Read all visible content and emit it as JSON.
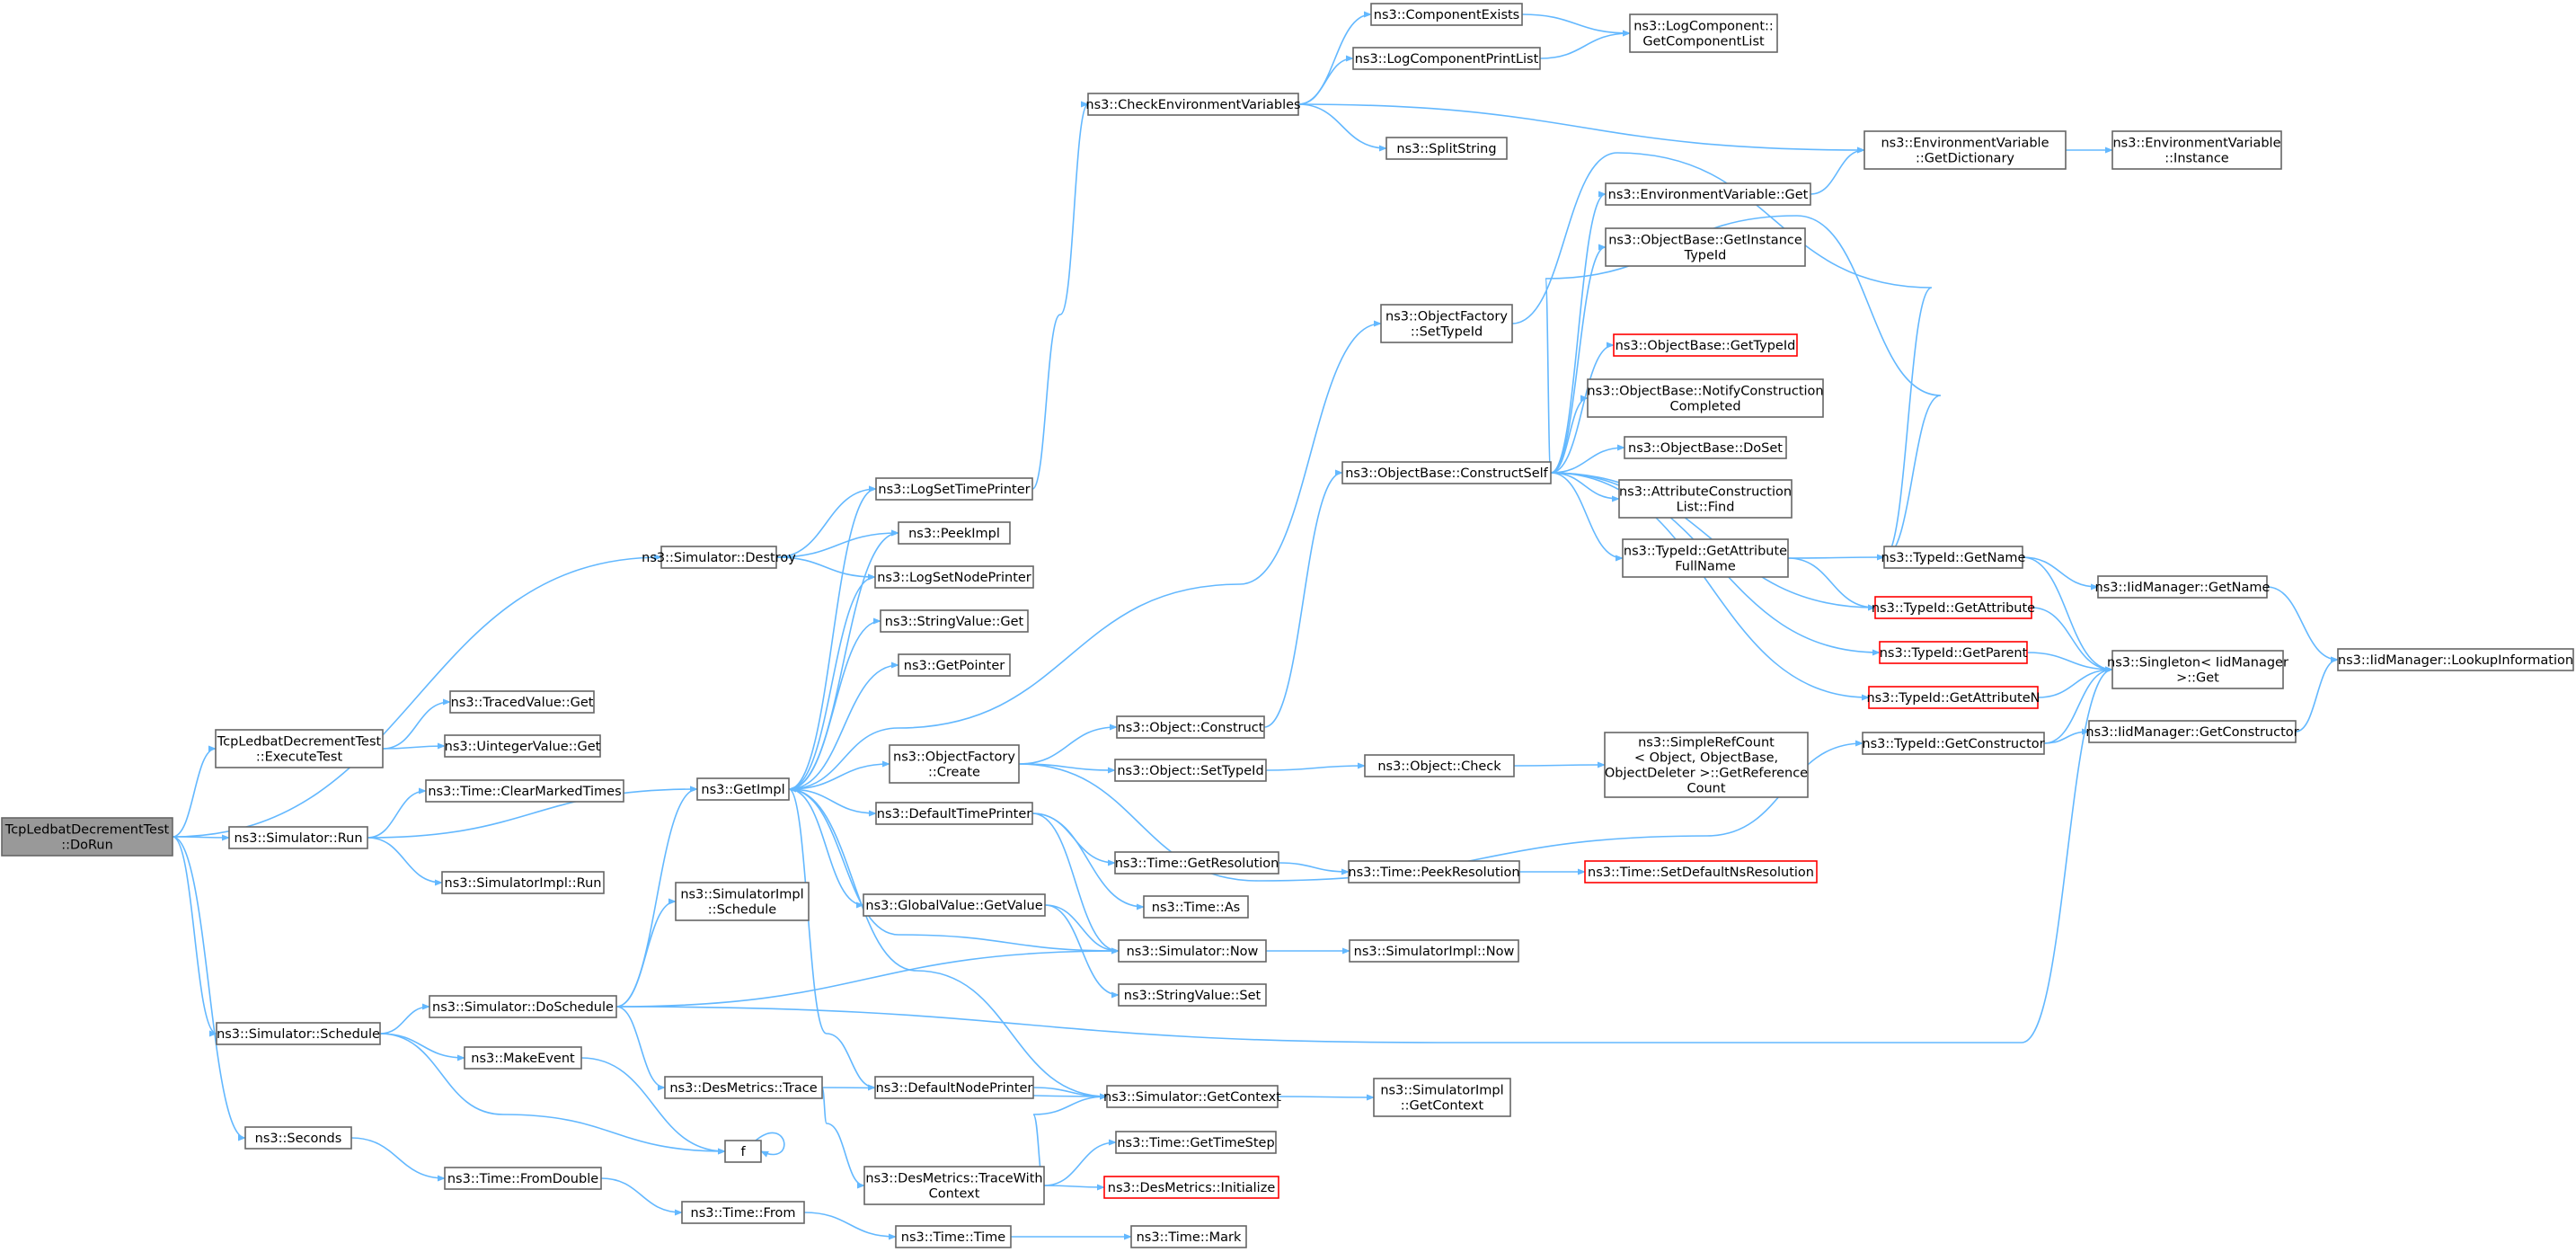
{
  "graph": {
    "colors": {
      "edge": "#63b8ff",
      "node_border": "#666666",
      "node_border_highlight": "#ff0000",
      "root_fill": "#999999",
      "node_fill": "#ffffff"
    },
    "nodes": [
      {
        "id": "root",
        "lines": [
          "TcpLedbatDecrementTest",
          "::DoRun"
        ],
        "style": "root"
      },
      {
        "id": "sim_destroy",
        "lines": [
          "ns3::Simulator::Destroy"
        ]
      },
      {
        "id": "execute",
        "lines": [
          "TcpLedbatDecrementTest",
          "::ExecuteTest"
        ]
      },
      {
        "id": "sim_run",
        "lines": [
          "ns3::Simulator::Run"
        ]
      },
      {
        "id": "sim_schedule",
        "lines": [
          "ns3::Simulator::Schedule"
        ]
      },
      {
        "id": "seconds",
        "lines": [
          "ns3::Seconds"
        ]
      },
      {
        "id": "traced_get",
        "lines": [
          "ns3::TracedValue::Get"
        ]
      },
      {
        "id": "uint_get",
        "lines": [
          "ns3::UintegerValue::Get"
        ]
      },
      {
        "id": "clear_marked",
        "lines": [
          "ns3::Time::ClearMarkedTimes"
        ]
      },
      {
        "id": "getimpl",
        "lines": [
          "ns3::GetImpl"
        ]
      },
      {
        "id": "simimpl_run",
        "lines": [
          "ns3::SimulatorImpl::Run"
        ]
      },
      {
        "id": "doschedule",
        "lines": [
          "ns3::Simulator::DoSchedule"
        ]
      },
      {
        "id": "makeevent",
        "lines": [
          "ns3::MakeEvent"
        ]
      },
      {
        "id": "f",
        "lines": [
          "f"
        ]
      },
      {
        "id": "fromdouble",
        "lines": [
          "ns3::Time::FromDouble"
        ]
      },
      {
        "id": "time_from",
        "lines": [
          "ns3::Time::From"
        ]
      },
      {
        "id": "time_time",
        "lines": [
          "ns3::Time::Time"
        ]
      },
      {
        "id": "time_mark",
        "lines": [
          "ns3::Time::Mark"
        ]
      },
      {
        "id": "simimpl_schedule",
        "lines": [
          "ns3::SimulatorImpl",
          "::Schedule"
        ]
      },
      {
        "id": "desmetrics_trace",
        "lines": [
          "ns3::DesMetrics::Trace"
        ]
      },
      {
        "id": "desmetrics_tracewith",
        "lines": [
          "ns3::DesMetrics::TraceWith",
          "Context"
        ]
      },
      {
        "id": "logsettimeprinter",
        "lines": [
          "ns3::LogSetTimePrinter"
        ]
      },
      {
        "id": "peekimpl",
        "lines": [
          "ns3::PeekImpl"
        ]
      },
      {
        "id": "logsetnodeprinter",
        "lines": [
          "ns3::LogSetNodePrinter"
        ]
      },
      {
        "id": "stringvalue_get",
        "lines": [
          "ns3::StringValue::Get"
        ]
      },
      {
        "id": "getpointer",
        "lines": [
          "ns3::GetPointer"
        ]
      },
      {
        "id": "objfactory_create",
        "lines": [
          "ns3::ObjectFactory",
          "::Create"
        ]
      },
      {
        "id": "defaulttimeprinter",
        "lines": [
          "ns3::DefaultTimePrinter"
        ]
      },
      {
        "id": "globalvalue_getvalue",
        "lines": [
          "ns3::GlobalValue::GetValue"
        ]
      },
      {
        "id": "defaultnodeprinter",
        "lines": [
          "ns3::DefaultNodePrinter"
        ]
      },
      {
        "id": "checkenv",
        "lines": [
          "ns3::CheckEnvironmentVariables"
        ]
      },
      {
        "id": "componentexists",
        "lines": [
          "ns3::ComponentExists"
        ]
      },
      {
        "id": "logcomponentprintlist",
        "lines": [
          "ns3::LogComponentPrintList"
        ]
      },
      {
        "id": "getcomponentlist",
        "lines": [
          "ns3::LogComponent::",
          "GetComponentList"
        ]
      },
      {
        "id": "splitstring",
        "lines": [
          "ns3::SplitString"
        ]
      },
      {
        "id": "envvar_getdict",
        "lines": [
          "ns3::EnvironmentVariable",
          "::GetDictionary"
        ]
      },
      {
        "id": "envvar_instance",
        "lines": [
          "ns3::EnvironmentVariable",
          "::Instance"
        ]
      },
      {
        "id": "envvar_get",
        "lines": [
          "ns3::EnvironmentVariable::Get"
        ]
      },
      {
        "id": "objfactory_settypeid",
        "lines": [
          "ns3::ObjectFactory",
          "::SetTypeId"
        ]
      },
      {
        "id": "constructself",
        "lines": [
          "ns3::ObjectBase::ConstructSelf"
        ]
      },
      {
        "id": "getinstancetypeid",
        "lines": [
          "ns3::ObjectBase::GetInstance",
          "TypeId"
        ]
      },
      {
        "id": "objectbase_gettypeid",
        "lines": [
          "ns3::ObjectBase::GetTypeId"
        ],
        "style": "red"
      },
      {
        "id": "notifyconstruction",
        "lines": [
          "ns3::ObjectBase::NotifyConstruction",
          "Completed"
        ]
      },
      {
        "id": "objectbase_doset",
        "lines": [
          "ns3::ObjectBase::DoSet"
        ]
      },
      {
        "id": "attrconstruction_find",
        "lines": [
          "ns3::AttributeConstruction",
          "List::Find"
        ]
      },
      {
        "id": "typeid_getattrfullname",
        "lines": [
          "ns3::TypeId::GetAttribute",
          "FullName"
        ]
      },
      {
        "id": "typeid_getname",
        "lines": [
          "ns3::TypeId::GetName"
        ]
      },
      {
        "id": "typeid_getattribute",
        "lines": [
          "ns3::TypeId::GetAttribute"
        ],
        "style": "red"
      },
      {
        "id": "typeid_getparent",
        "lines": [
          "ns3::TypeId::GetParent"
        ],
        "style": "red"
      },
      {
        "id": "typeid_getattributen",
        "lines": [
          "ns3::TypeId::GetAttributeN"
        ],
        "style": "red"
      },
      {
        "id": "typeid_getconstructor",
        "lines": [
          "ns3::TypeId::GetConstructor"
        ]
      },
      {
        "id": "iidmanager_getname",
        "lines": [
          "ns3::IidManager::GetName"
        ]
      },
      {
        "id": "singleton_get",
        "lines": [
          "ns3::Singleton< IidManager",
          " >::Get"
        ]
      },
      {
        "id": "iidmanager_lookup",
        "lines": [
          "ns3::IidManager::LookupInformation"
        ]
      },
      {
        "id": "iidmanager_getconstructor",
        "lines": [
          "ns3::IidManager::GetConstructor"
        ]
      },
      {
        "id": "object_construct",
        "lines": [
          "ns3::Object::Construct"
        ]
      },
      {
        "id": "object_settypeid",
        "lines": [
          "ns3::Object::SetTypeId"
        ]
      },
      {
        "id": "object_check",
        "lines": [
          "ns3::Object::Check"
        ]
      },
      {
        "id": "simplerefcount",
        "lines": [
          "ns3::SimpleRefCount",
          "< Object, ObjectBase,",
          " ObjectDeleter >::GetReference",
          "Count"
        ]
      },
      {
        "id": "time_getresolution",
        "lines": [
          "ns3::Time::GetResolution"
        ]
      },
      {
        "id": "time_peekresolution",
        "lines": [
          "ns3::Time::PeekResolution"
        ]
      },
      {
        "id": "time_setdefaultns",
        "lines": [
          "ns3::Time::SetDefaultNsResolution"
        ],
        "style": "red"
      },
      {
        "id": "time_as",
        "lines": [
          "ns3::Time::As"
        ]
      },
      {
        "id": "sim_now",
        "lines": [
          "ns3::Simulator::Now"
        ]
      },
      {
        "id": "simimpl_now",
        "lines": [
          "ns3::SimulatorImpl::Now"
        ]
      },
      {
        "id": "stringvalue_set",
        "lines": [
          "ns3::StringValue::Set"
        ]
      },
      {
        "id": "sim_getcontext",
        "lines": [
          "ns3::Simulator::GetContext"
        ]
      },
      {
        "id": "simimpl_getcontext",
        "lines": [
          "ns3::SimulatorImpl",
          "::GetContext"
        ]
      },
      {
        "id": "time_gettimestep",
        "lines": [
          "ns3::Time::GetTimeStep"
        ]
      },
      {
        "id": "desmetrics_initialize",
        "lines": [
          "ns3::DesMetrics::Initialize"
        ],
        "style": "red"
      }
    ],
    "edges": [
      [
        "root",
        "sim_destroy"
      ],
      [
        "root",
        "execute"
      ],
      [
        "root",
        "sim_run"
      ],
      [
        "root",
        "sim_schedule"
      ],
      [
        "root",
        "seconds"
      ],
      [
        "sim_destroy",
        "logsettimeprinter"
      ],
      [
        "sim_destroy",
        "peekimpl"
      ],
      [
        "sim_destroy",
        "logsetnodeprinter"
      ],
      [
        "execute",
        "traced_get"
      ],
      [
        "execute",
        "uint_get"
      ],
      [
        "sim_run",
        "clear_marked"
      ],
      [
        "sim_run",
        "getimpl"
      ],
      [
        "sim_run",
        "simimpl_run"
      ],
      [
        "sim_schedule",
        "doschedule"
      ],
      [
        "sim_schedule",
        "makeevent"
      ],
      [
        "sim_schedule",
        "f"
      ],
      [
        "seconds",
        "fromdouble"
      ],
      [
        "fromdouble",
        "time_from"
      ],
      [
        "time_from",
        "time_time"
      ],
      [
        "time_time",
        "time_mark"
      ],
      [
        "doschedule",
        "getimpl"
      ],
      [
        "doschedule",
        "simimpl_schedule"
      ],
      [
        "doschedule",
        "desmetrics_trace"
      ],
      [
        "doschedule",
        "sim_now"
      ],
      [
        "doschedule",
        "singleton_get"
      ],
      [
        "makeevent",
        "f"
      ],
      [
        "f",
        "f"
      ],
      [
        "desmetrics_trace",
        "sim_getcontext"
      ],
      [
        "desmetrics_trace",
        "desmetrics_tracewith"
      ],
      [
        "desmetrics_tracewith",
        "sim_getcontext"
      ],
      [
        "desmetrics_tracewith",
        "time_gettimestep"
      ],
      [
        "desmetrics_tracewith",
        "desmetrics_initialize"
      ],
      [
        "getimpl",
        "logsettimeprinter"
      ],
      [
        "getimpl",
        "peekimpl"
      ],
      [
        "getimpl",
        "logsetnodeprinter"
      ],
      [
        "getimpl",
        "stringvalue_get"
      ],
      [
        "getimpl",
        "getpointer"
      ],
      [
        "getimpl",
        "objfactory_settypeid"
      ],
      [
        "getimpl",
        "objfactory_create"
      ],
      [
        "getimpl",
        "defaulttimeprinter"
      ],
      [
        "getimpl",
        "globalvalue_getvalue"
      ],
      [
        "getimpl",
        "defaultnodeprinter"
      ],
      [
        "logsettimeprinter",
        "checkenv"
      ],
      [
        "checkenv",
        "componentexists"
      ],
      [
        "checkenv",
        "logcomponentprintlist"
      ],
      [
        "checkenv",
        "splitstring"
      ],
      [
        "checkenv",
        "envvar_getdict"
      ],
      [
        "componentexists",
        "getcomponentlist"
      ],
      [
        "logcomponentprintlist",
        "getcomponentlist"
      ],
      [
        "envvar_getdict",
        "envvar_instance"
      ],
      [
        "envvar_get",
        "envvar_getdict"
      ],
      [
        "objfactory_settypeid",
        "typeid_getname"
      ],
      [
        "objfactory_create",
        "object_construct"
      ],
      [
        "objfactory_create",
        "object_settypeid"
      ],
      [
        "objfactory_create",
        "typeid_getconstructor"
      ],
      [
        "object_construct",
        "constructself"
      ],
      [
        "constructself",
        "envvar_get"
      ],
      [
        "constructself",
        "getinstancetypeid"
      ],
      [
        "constructself",
        "objectbase_gettypeid"
      ],
      [
        "constructself",
        "notifyconstruction"
      ],
      [
        "constructself",
        "objectbase_doset"
      ],
      [
        "constructself",
        "attrconstruction_find"
      ],
      [
        "constructself",
        "typeid_getattrfullname"
      ],
      [
        "constructself",
        "typeid_getname"
      ],
      [
        "constructself",
        "typeid_getattribute"
      ],
      [
        "constructself",
        "typeid_getparent"
      ],
      [
        "constructself",
        "typeid_getattributen"
      ],
      [
        "typeid_getattrfullname",
        "typeid_getname"
      ],
      [
        "typeid_getattrfullname",
        "typeid_getattribute"
      ],
      [
        "typeid_getname",
        "iidmanager_getname"
      ],
      [
        "typeid_getname",
        "singleton_get"
      ],
      [
        "typeid_getattribute",
        "singleton_get"
      ],
      [
        "typeid_getparent",
        "singleton_get"
      ],
      [
        "typeid_getattributen",
        "singleton_get"
      ],
      [
        "typeid_getconstructor",
        "singleton_get"
      ],
      [
        "typeid_getconstructor",
        "iidmanager_getconstructor"
      ],
      [
        "iidmanager_getname",
        "iidmanager_lookup"
      ],
      [
        "iidmanager_getconstructor",
        "iidmanager_lookup"
      ],
      [
        "object_settypeid",
        "object_check"
      ],
      [
        "object_check",
        "simplerefcount"
      ],
      [
        "defaulttimeprinter",
        "time_getresolution"
      ],
      [
        "defaulttimeprinter",
        "time_as"
      ],
      [
        "defaulttimeprinter",
        "sim_now"
      ],
      [
        "time_getresolution",
        "time_peekresolution"
      ],
      [
        "time_peekresolution",
        "time_setdefaultns"
      ],
      [
        "globalvalue_getvalue",
        "sim_now"
      ],
      [
        "globalvalue_getvalue",
        "stringvalue_set"
      ],
      [
        "sim_now",
        "simimpl_now"
      ],
      [
        "sim_now",
        "getimpl"
      ],
      [
        "defaultnodeprinter",
        "sim_getcontext"
      ],
      [
        "sim_getcontext",
        "simimpl_getcontext"
      ],
      [
        "sim_getcontext",
        "getimpl"
      ]
    ]
  }
}
